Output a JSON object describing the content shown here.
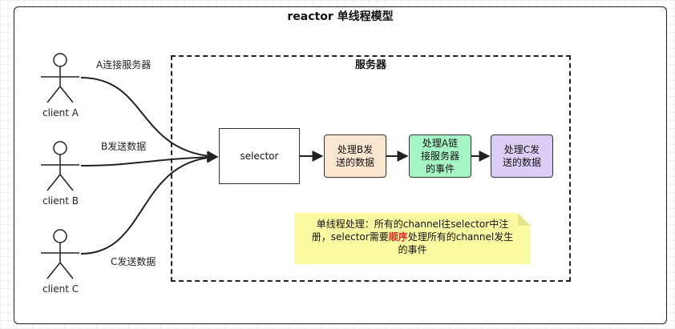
{
  "diagram": {
    "title": "reactor 单线程模型",
    "server_title": "服务器",
    "clients": [
      {
        "label": "client A"
      },
      {
        "label": "client B"
      },
      {
        "label": "client C"
      }
    ],
    "edge_labels": {
      "a": "A连接服务器",
      "b": "B发送数据",
      "c": "C发送数据"
    },
    "selector": "selector",
    "handlers": {
      "b": [
        "处理B发",
        "送的数据"
      ],
      "a": [
        "处理A链",
        "接服务器",
        "的事件"
      ],
      "c": [
        "处理C发",
        "送的数据"
      ]
    },
    "note": {
      "line1": "单线程处理：所有的channel往selector中注",
      "line2_pre": "册，selector需要",
      "line2_highlight": "顺序",
      "line2_post": "处理所有的channel发生",
      "line3": "的事件"
    },
    "colors": {
      "handler_b": "#fde6cf",
      "handler_a": "#a6f5c5",
      "handler_c": "#dccdf7",
      "note": "#fafaa0",
      "highlight": "#e8262a"
    }
  }
}
